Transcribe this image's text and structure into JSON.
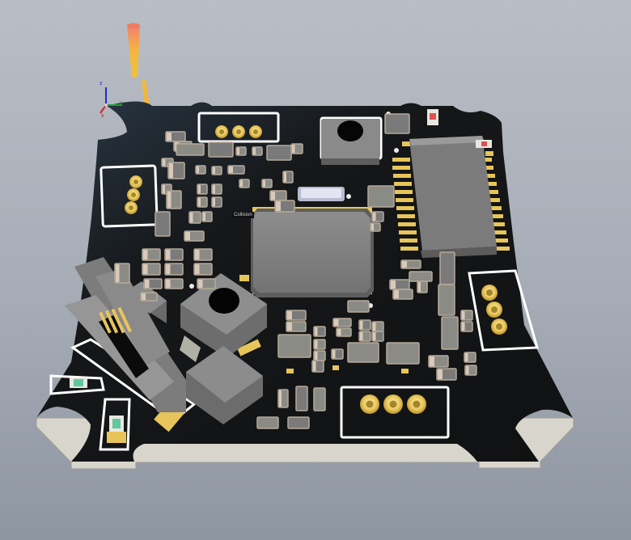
{
  "viewport": {
    "background": "#a6acb6"
  },
  "board": {
    "soldermask_color": "#141516",
    "edge_color": "#d8d6cc",
    "pad_color": "#e7c55a",
    "silkscreen_color": "#ffffff"
  },
  "labels": {
    "collision_tag": "Collision"
  },
  "axis_gizmo": {
    "x_label": "x",
    "y_label": "y",
    "z_label": "z",
    "x_color": "#d12020",
    "y_color": "#1fa32f",
    "z_color": "#1a2ccf"
  },
  "components": {
    "mcu": {
      "icon": "qfp-chip-icon"
    },
    "flash": {
      "icon": "soic-chip-icon"
    },
    "usb_connector": {
      "icon": "usb-connector-icon"
    },
    "buttons": {
      "icon": "tactile-button-icon"
    },
    "through_holes": {
      "icon": "plated-hole-icon"
    }
  }
}
